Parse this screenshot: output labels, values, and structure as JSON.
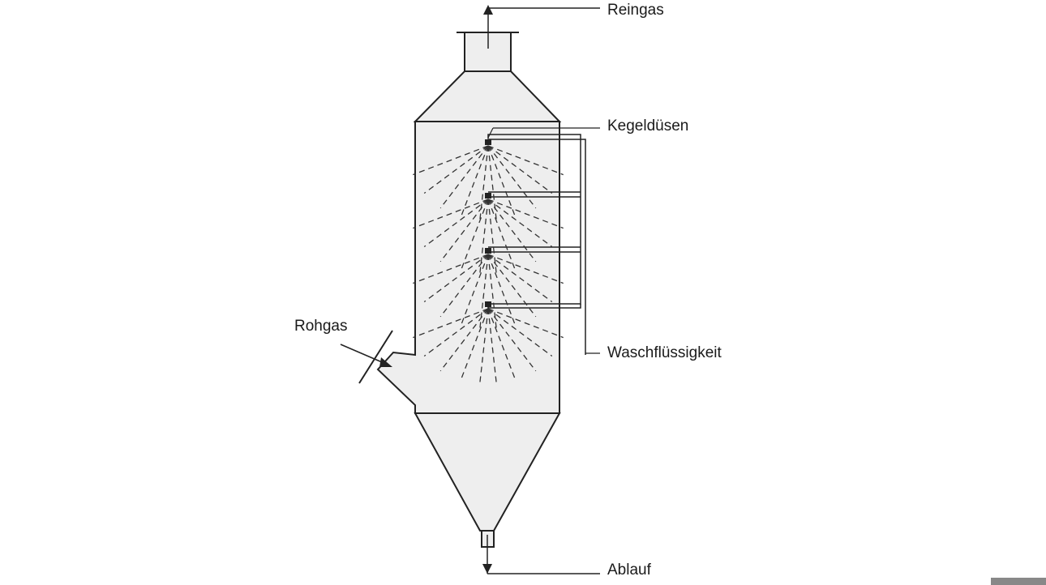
{
  "labels": {
    "reingas": "Reingas",
    "kegelduesen": "Kegeldüsen",
    "waschfluessigkeit": "Waschflüssigkeit",
    "rohgas": "Rohgas",
    "ablauf": "Ablauf"
  },
  "colors": {
    "line": "#222222",
    "fill": "#eeeeee",
    "background": "#ffffff"
  }
}
